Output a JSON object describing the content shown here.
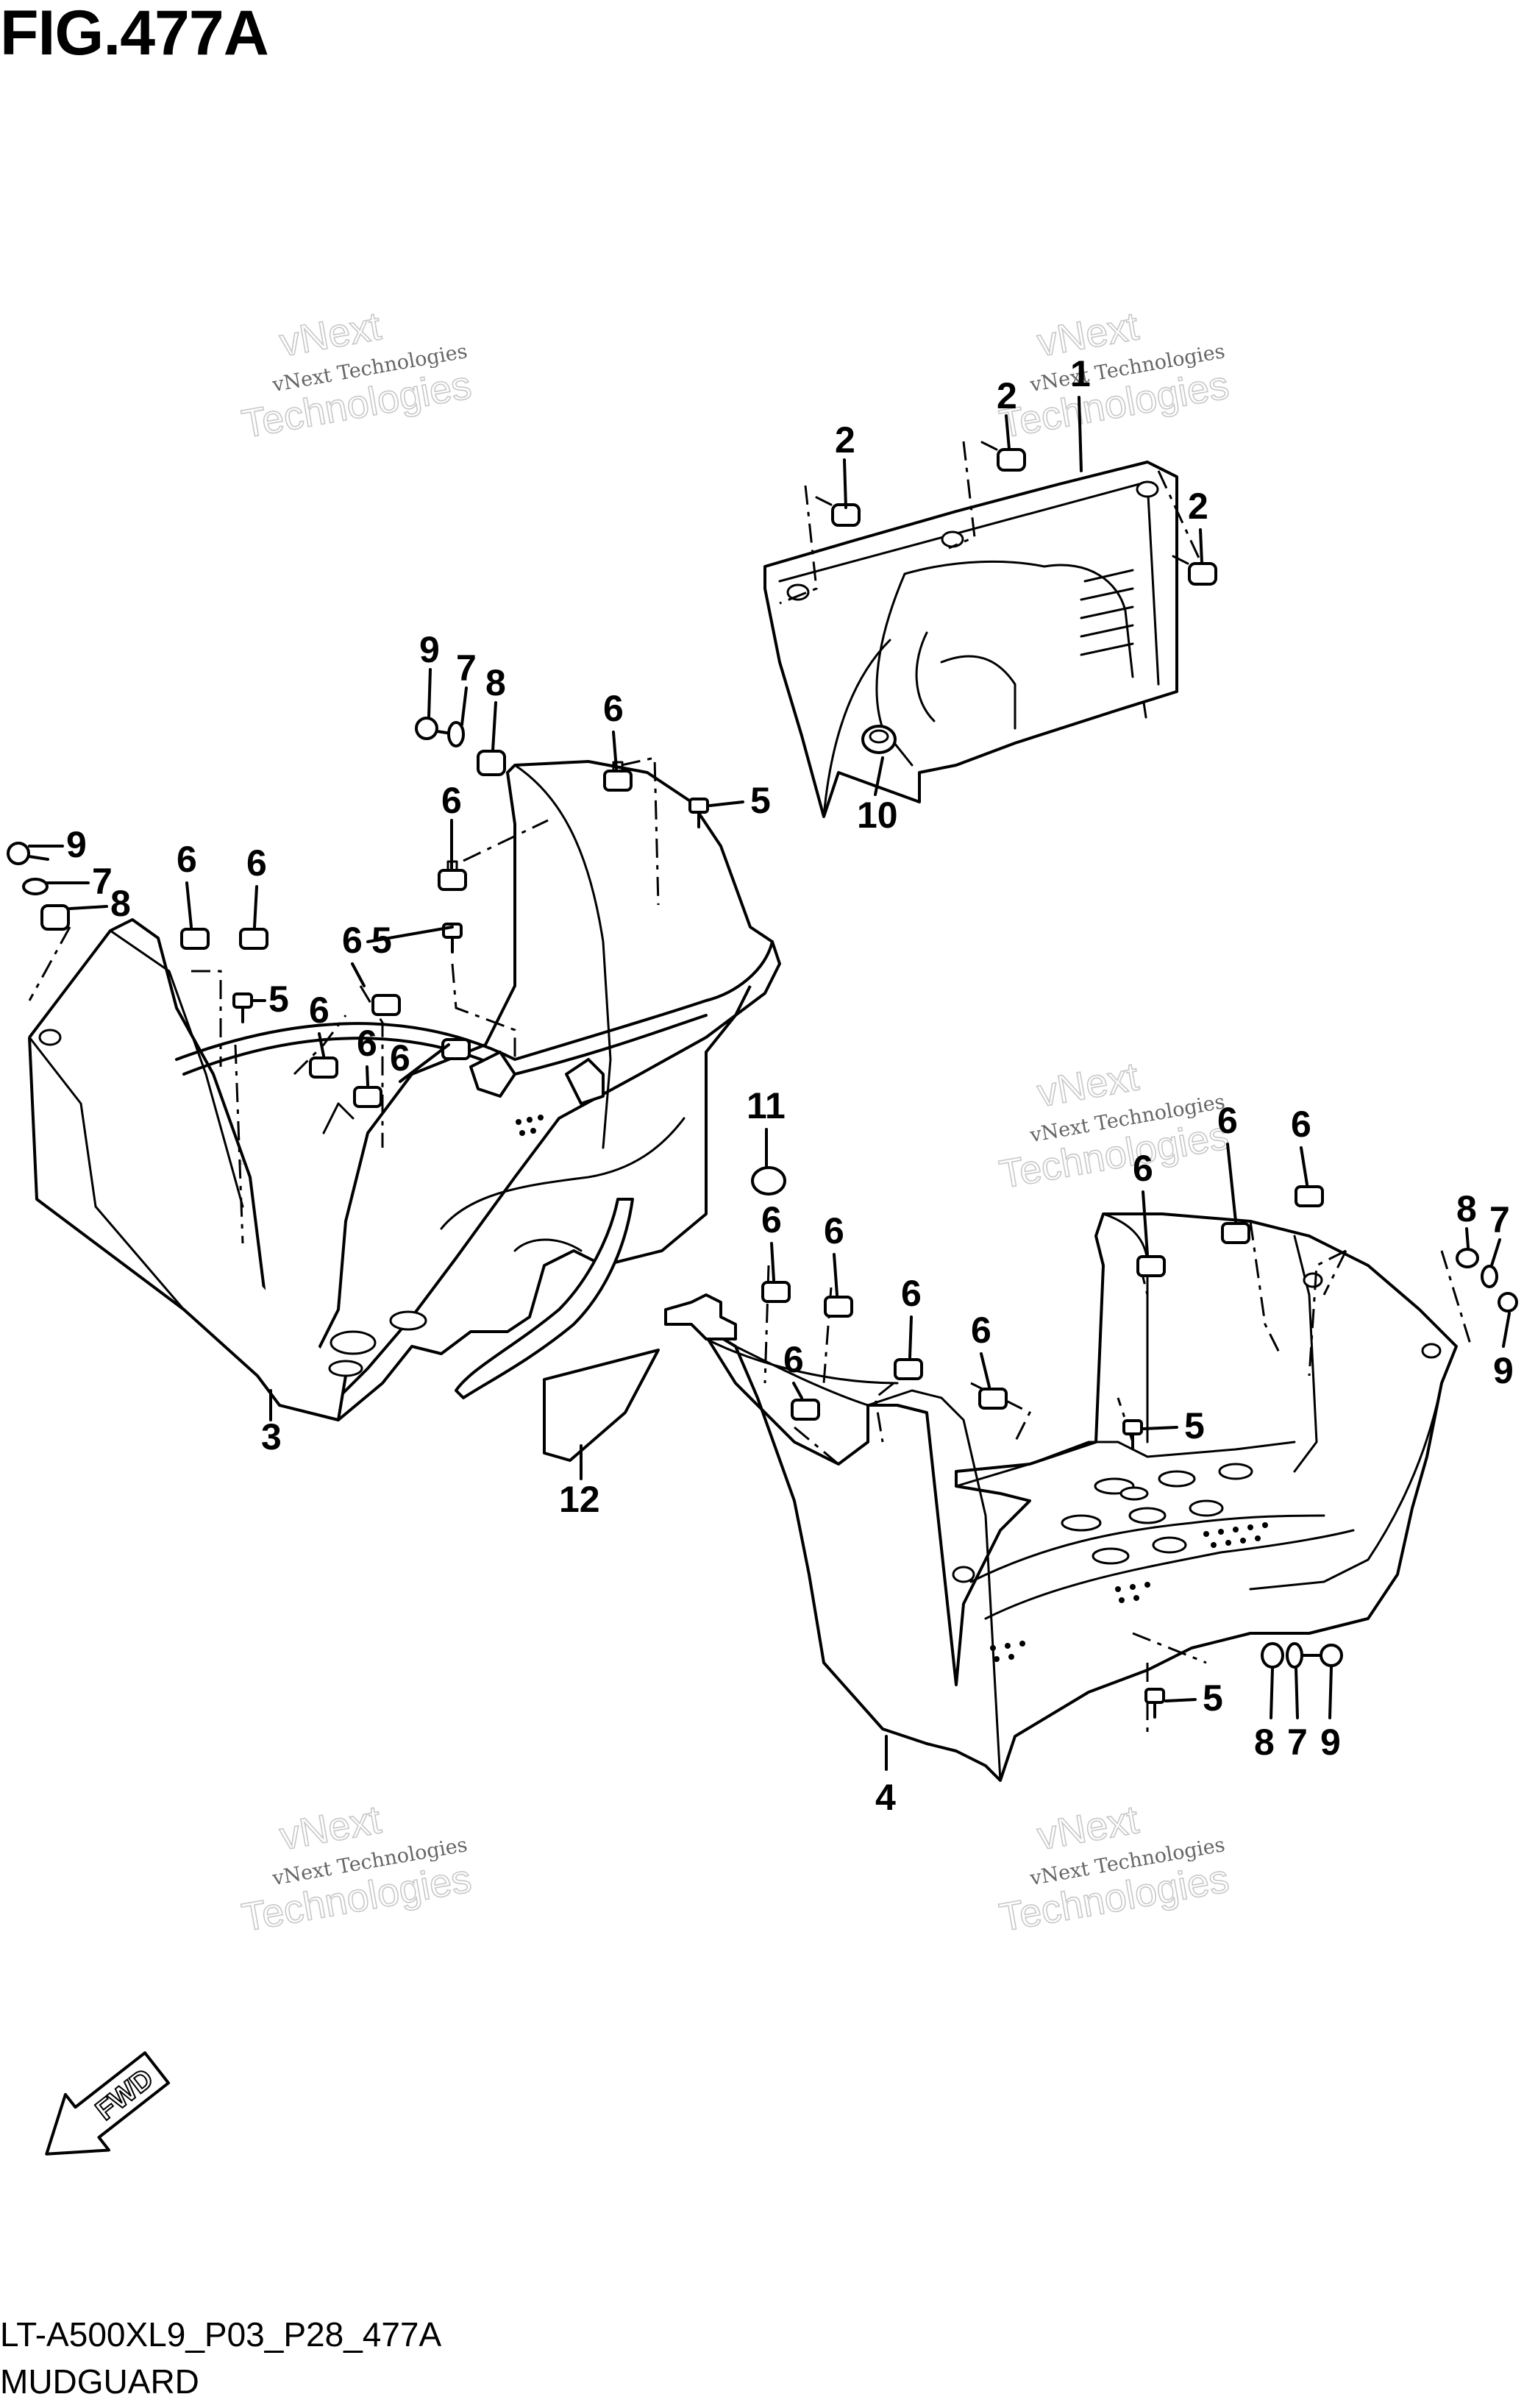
{
  "figure_title": "FIG.477A",
  "model_code": "LT-A500XL9_P03_P28_477A",
  "section_name": "MUDGUARD",
  "direction_label": "FWD",
  "watermark": {
    "line1": "vNext",
    "line2": "vNext Technologies",
    "line3": "Technologies"
  },
  "callouts": {
    "c1": "1",
    "c2a": "2",
    "c2b": "2",
    "c2c": "2",
    "c3": "3",
    "c4": "4",
    "c5a": "5",
    "c5b": "5",
    "c5c": "5",
    "c5d": "5",
    "c5e": "5",
    "c6a": "6",
    "c6b": "6",
    "c6c": "6",
    "c6d": "6",
    "c6e": "6",
    "c6f": "6",
    "c6g": "6",
    "c6h": "6",
    "c6i": "6",
    "c6j": "6",
    "c6k": "6",
    "c6l": "6",
    "c6m": "6",
    "c6n": "6",
    "c6o": "6",
    "c6p": "6",
    "c7a": "7",
    "c7b": "7",
    "c7c": "7",
    "c7d": "7",
    "c8a": "8",
    "c8b": "8",
    "c8c": "8",
    "c8d": "8",
    "c9a": "9",
    "c9b": "9",
    "c9c": "9",
    "c9d": "9",
    "c10": "10",
    "c11": "11",
    "c12": "12"
  }
}
